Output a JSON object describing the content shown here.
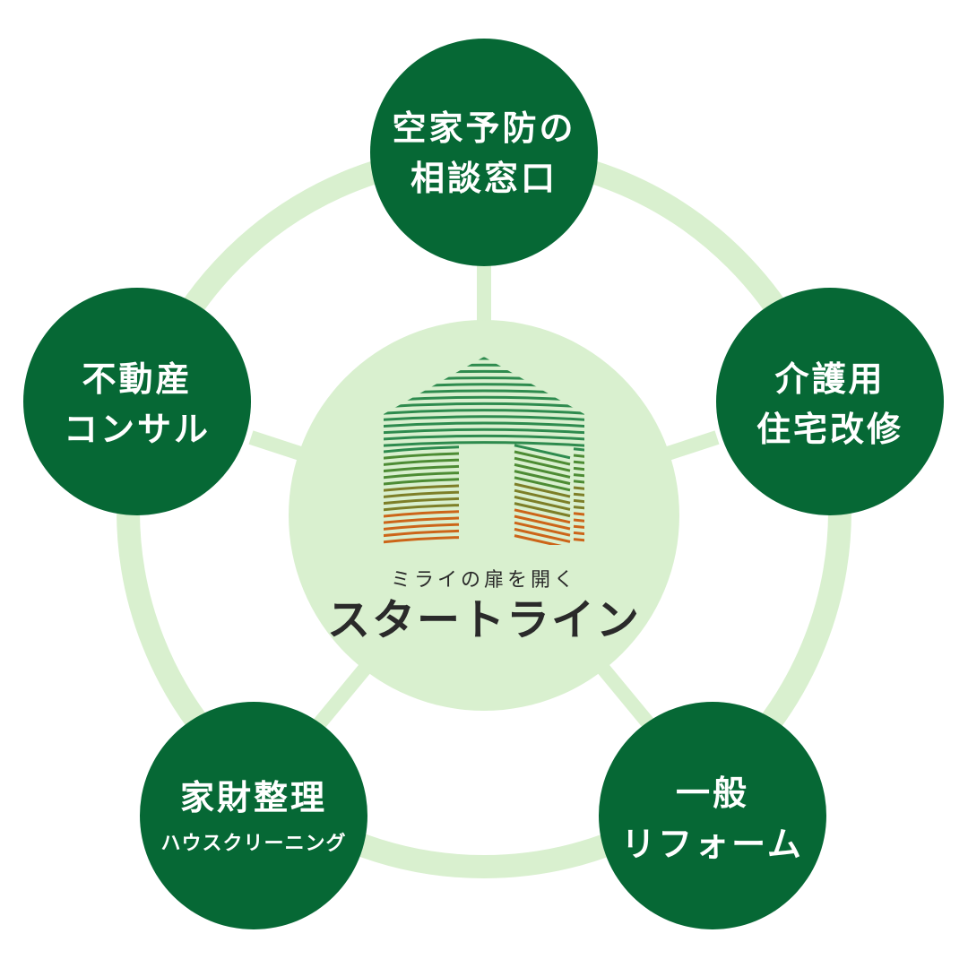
{
  "colors": {
    "node_fill": "#066835",
    "ring": "#d9f0cf",
    "center_fill": "#d9f0cf",
    "node_text": "#ffffff",
    "brand_text": "#2a2a2a",
    "logo_gradient": [
      "#2e8b4e",
      "#6f8a2e",
      "#c8641a"
    ]
  },
  "center": {
    "tagline": "ミライの扉を開く",
    "brand": "スタートライン",
    "logo_icon": "house-door-stripes-icon"
  },
  "nodes": [
    {
      "id": "akiya",
      "lines": [
        "空家予防の",
        "相談窓口"
      ],
      "sub": ""
    },
    {
      "id": "kaigo",
      "lines": [
        "介護用",
        "住宅改修"
      ],
      "sub": ""
    },
    {
      "id": "reform",
      "lines": [
        "一般",
        "リフォーム"
      ],
      "sub": ""
    },
    {
      "id": "kazai",
      "lines": [
        "家財整理"
      ],
      "sub": "ハウスクリーニング"
    },
    {
      "id": "fudosan",
      "lines": [
        "不動産",
        "コンサル"
      ],
      "sub": ""
    }
  ]
}
